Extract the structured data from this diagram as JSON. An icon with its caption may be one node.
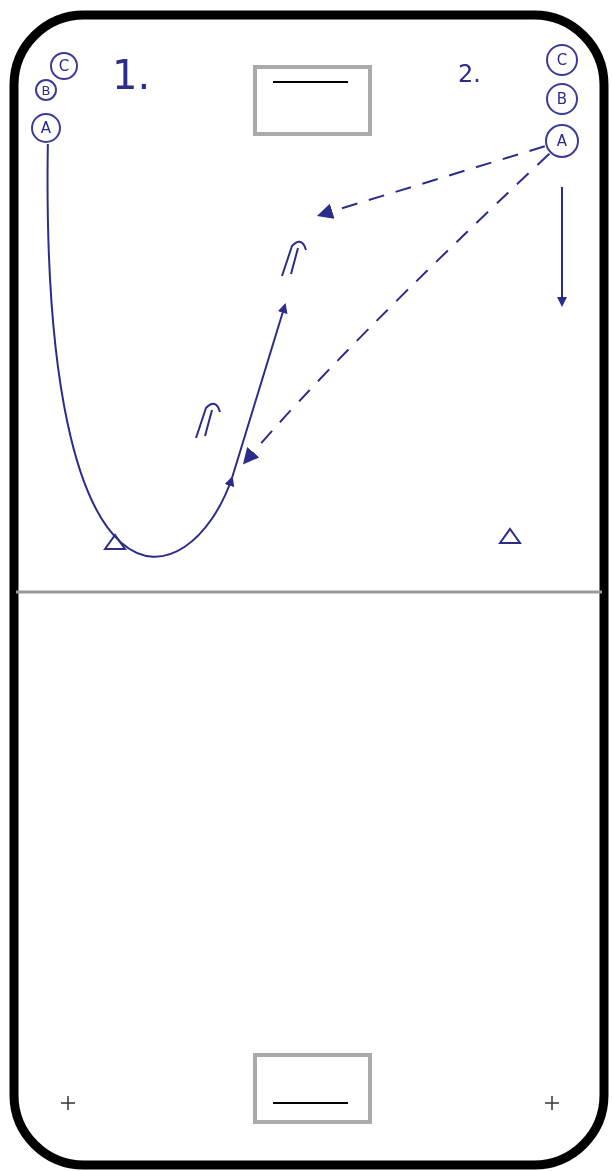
{
  "diagram": {
    "nodes": [
      {
        "text": [
          "C"
        ]
      },
      {
        "text": [
          "B"
        ]
      },
      {
        "text": [
          "A"
        ]
      },
      {
        "text": [
          "C"
        ]
      },
      {
        "text": [
          "B"
        ]
      },
      {
        "text": [
          "A"
        ]
      }
    ],
    "edges": [
      {
        "from": 2,
        "to": null,
        "arrow": "to"
      },
      {
        "from": 5,
        "to": null,
        "arrow": "to",
        "style": "dashed"
      },
      {
        "from": 5,
        "to": null,
        "arrow": "to",
        "style": "dashed"
      },
      {
        "from": 5,
        "to": null,
        "arrow": "to"
      }
    ],
    "labels": [
      "1.",
      "2."
    ]
  }
}
